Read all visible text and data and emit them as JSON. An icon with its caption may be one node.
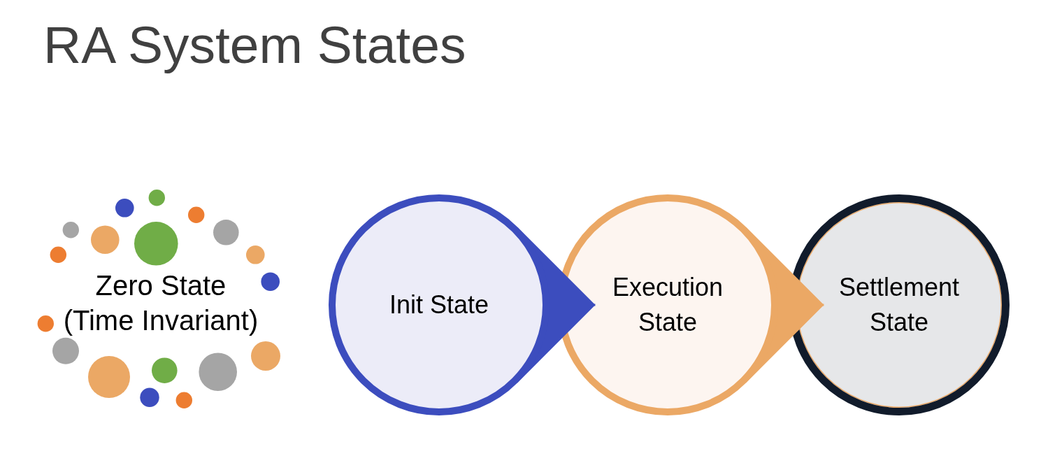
{
  "diagram": {
    "title": "RA System States",
    "nodes": [
      {
        "text": [
          "Zero State (Time Invariant)"
        ]
      },
      {
        "text": [
          "Init State"
        ]
      },
      {
        "text": [
          "Execution State"
        ]
      },
      {
        "text": [
          "Settlement State"
        ]
      }
    ],
    "edges": [
      {
        "from": 1,
        "to": 2,
        "arrow": "to",
        "color": "#3c4dbe"
      },
      {
        "from": 2,
        "to": 3,
        "arrow": "to",
        "color": "#eba865"
      }
    ]
  }
}
